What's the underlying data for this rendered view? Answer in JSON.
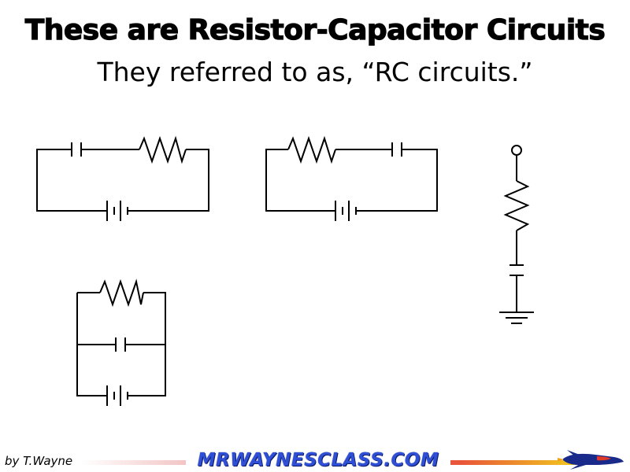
{
  "title": "These are Resistor-Capacitor Circuits",
  "subtitle": "They referred to as, “RC circuits.”",
  "diagrams": [
    {
      "name": "series-rc-circuit-capacitor-first",
      "components": [
        "capacitor",
        "resistor",
        "battery"
      ]
    },
    {
      "name": "series-rc-circuit-resistor-first",
      "components": [
        "resistor",
        "capacitor",
        "battery"
      ]
    },
    {
      "name": "rc-to-ground-circuit",
      "components": [
        "terminal",
        "resistor",
        "capacitor",
        "ground"
      ]
    },
    {
      "name": "parallel-rc-circuit",
      "components": [
        "resistor",
        "capacitor",
        "battery"
      ]
    }
  ],
  "footer": {
    "author": "by T.Wayne",
    "brand": "MRWAYNESCLASS.COM",
    "logo_icon": "rocket-icon",
    "colors": {
      "brand": "#2f4fd6",
      "brand_outline": "#0a1a6a",
      "stripe_end": "#f2d21a"
    }
  }
}
